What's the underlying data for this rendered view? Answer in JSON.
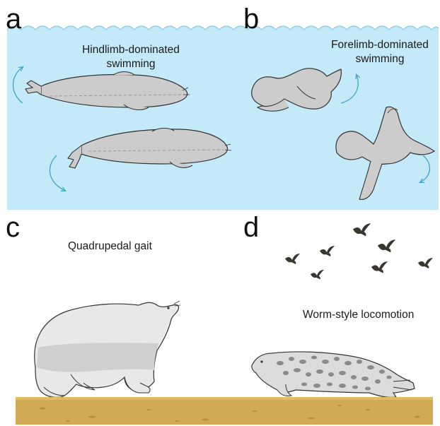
{
  "figure": {
    "panels": [
      {
        "letter": "a",
        "caption_lines": [
          "Hindlimb-dominated",
          "swimming"
        ]
      },
      {
        "letter": "b",
        "caption_lines": [
          "Forelimb-dominated",
          "swimming"
        ]
      },
      {
        "letter": "c",
        "caption_lines": [
          "Quadrupedal gait"
        ]
      },
      {
        "letter": "d",
        "caption_lines": [
          "Worm-style locomotion"
        ]
      }
    ]
  },
  "colors": {
    "water": "#c4e9f8",
    "wave_line": "#7ccbe6",
    "body_fill": "#cccccc",
    "body_stroke": "#333333",
    "motion_arrow": "#3fa6c4",
    "sand": "#d1aa55",
    "sand_dark": "#b38a38",
    "bird": "#3a3630",
    "seal_spot": "#8a8a8a",
    "seal_body": "#dcdcdc"
  },
  "icons": [
    "motion-arrow-icon",
    "bird-icon"
  ]
}
